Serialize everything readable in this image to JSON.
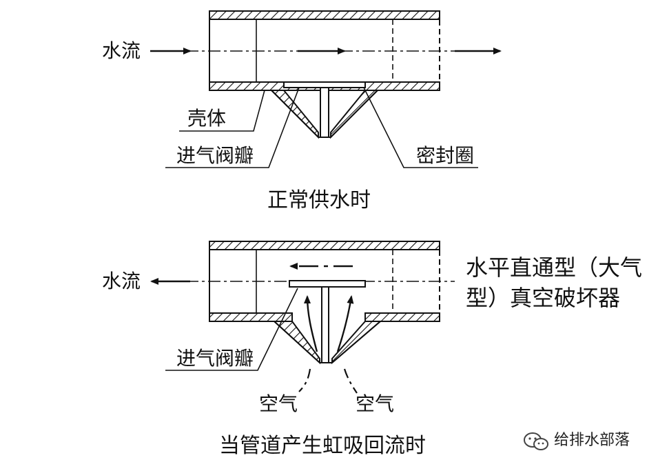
{
  "top_diagram": {
    "flow_label": "水流",
    "housing_label": "壳体",
    "inlet_valve_label": "进气阀瓣",
    "seal_ring_label": "密封圈",
    "caption": "正常供水时"
  },
  "bottom_diagram": {
    "flow_label": "水流",
    "inlet_valve_label": "进气阀瓣",
    "air_left_label": "空气",
    "air_right_label": "空气",
    "caption": "当管道产生虹吸回流时"
  },
  "side_title": {
    "line1": "水平直通型（大气",
    "line2": "型）真空破坏器"
  },
  "watermark": {
    "text": "给排水部落",
    "icon": "wechat-icon"
  }
}
